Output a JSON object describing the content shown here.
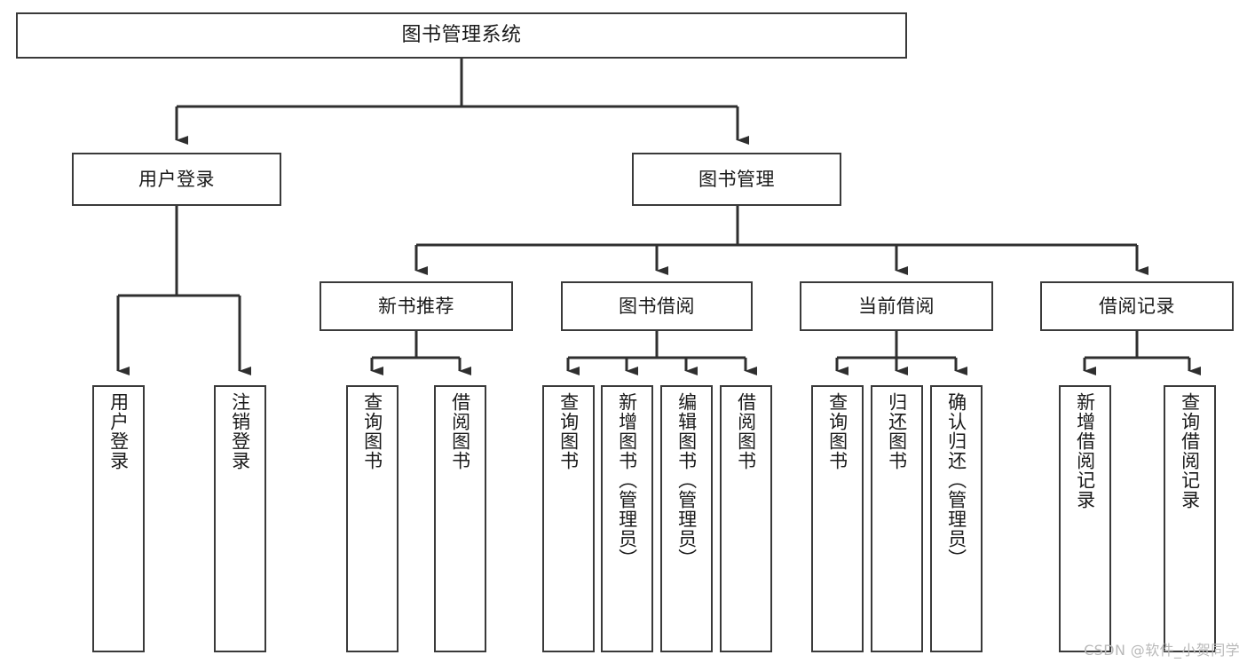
{
  "diagram": {
    "title": "图书管理系统",
    "watermark": "CSDN @软件_小贺同学",
    "line_color": "#3a3a3a",
    "box_fill": "#ffffff",
    "text_color": "#1a1a1a"
  },
  "nodes": {
    "root": {
      "label": "图书管理系统"
    },
    "level2": [
      {
        "label": "用户登录"
      },
      {
        "label": "图书管理"
      }
    ],
    "level3": [
      {
        "label": "新书推荐"
      },
      {
        "label": "图书借阅"
      },
      {
        "label": "当前借阅"
      },
      {
        "label": "借阅记录"
      }
    ],
    "leaves": {
      "user_login": [
        {
          "label": "用户登录"
        },
        {
          "label": "注销登录"
        }
      ],
      "new_book": [
        {
          "label": "查询图书"
        },
        {
          "label": "借阅图书"
        }
      ],
      "book_borrow": [
        {
          "label": "查询图书"
        },
        {
          "label": "新增图书（管理员）"
        },
        {
          "label": "编辑图书（管理员）"
        },
        {
          "label": "借阅图书"
        }
      ],
      "current_borrow": [
        {
          "label": "查询图书"
        },
        {
          "label": "归还图书"
        },
        {
          "label": "确认归还（管理员）"
        }
      ],
      "borrow_record": [
        {
          "label": "新增借阅记录"
        },
        {
          "label": "查询借阅记录"
        }
      ]
    }
  }
}
